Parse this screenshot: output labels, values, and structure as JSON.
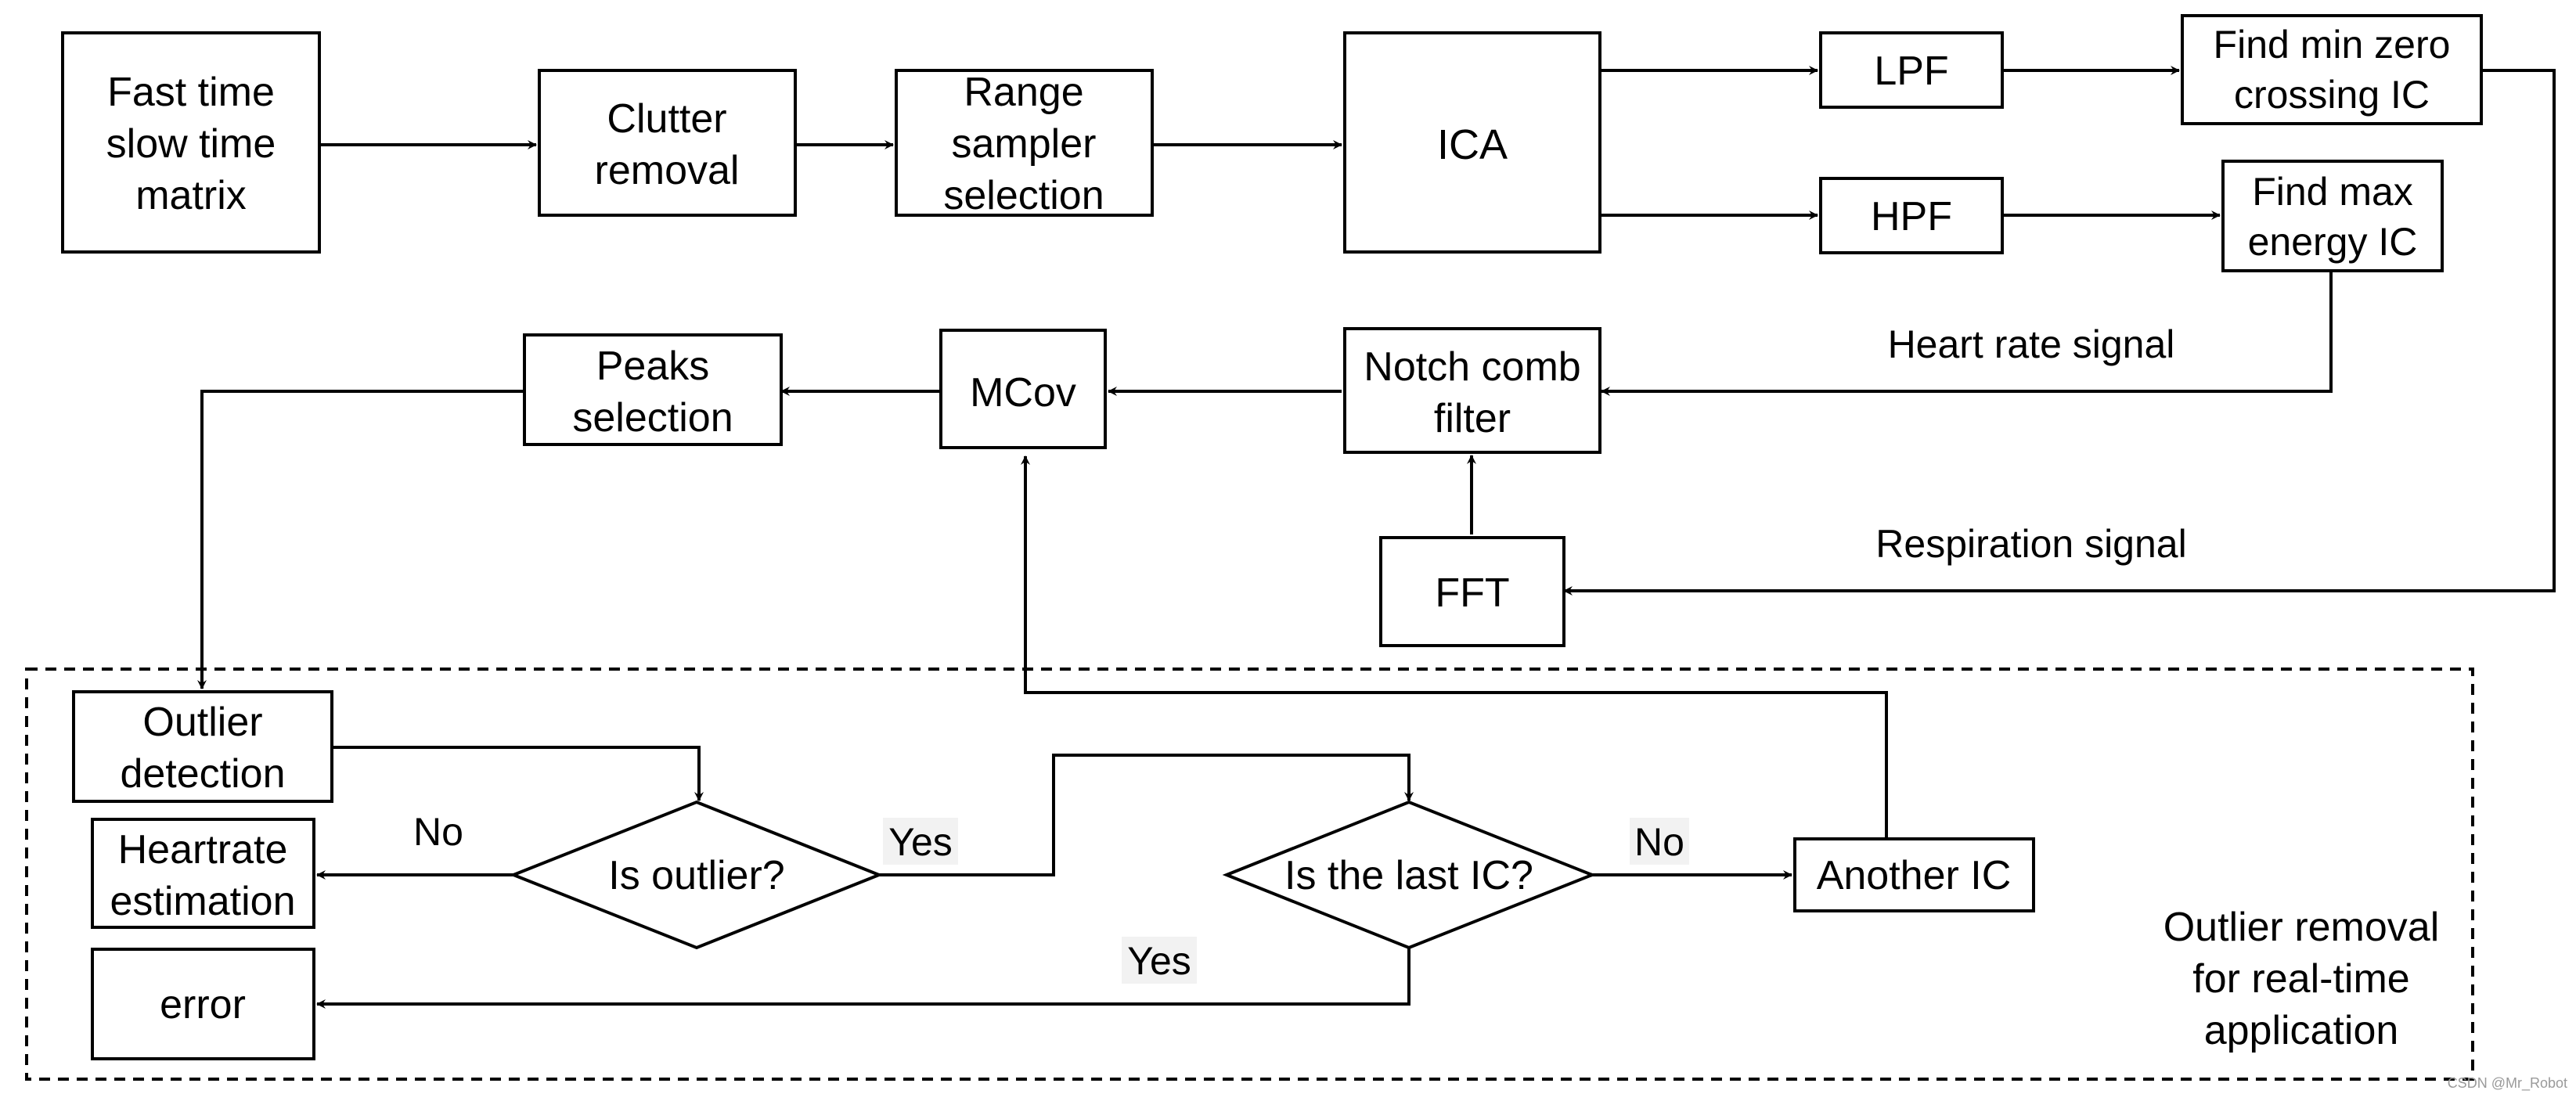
{
  "diagram": {
    "blocks": {
      "fast_time_matrix": [
        "Fast time",
        "slow time",
        "matrix"
      ],
      "clutter_removal": [
        "Clutter",
        "removal"
      ],
      "range_sampler": [
        "Range",
        "sampler",
        "selection"
      ],
      "ica": [
        "ICA"
      ],
      "lpf": [
        "LPF"
      ],
      "hpf": [
        "HPF"
      ],
      "find_min_zero": [
        "Find min zero",
        "crossing IC"
      ],
      "find_max_energy": [
        "Find max",
        "energy IC"
      ],
      "notch_comb": [
        "Notch comb",
        "filter"
      ],
      "fft": [
        "FFT"
      ],
      "mcov": [
        "MCov"
      ],
      "peaks_selection": [
        "Peaks",
        "selection"
      ],
      "outlier_detection": [
        "Outlier",
        "detection"
      ],
      "heartrate_estimation": [
        "Heartrate",
        "estimation"
      ],
      "error": [
        "error"
      ],
      "another_ic": [
        "Another IC"
      ]
    },
    "decisions": {
      "is_outlier": "Is outlier?",
      "is_last_ic": "Is the last IC?"
    },
    "edge_labels": {
      "heart_rate_signal": "Heart rate signal",
      "respiration_signal": "Respiration signal",
      "no_outlier": "No",
      "yes_outlier": "Yes",
      "no_last": "No",
      "yes_last": "Yes"
    },
    "region_label": [
      "Outlier removal",
      "for real-time",
      "application"
    ],
    "watermark": "CSDN @Mr_Robot"
  }
}
